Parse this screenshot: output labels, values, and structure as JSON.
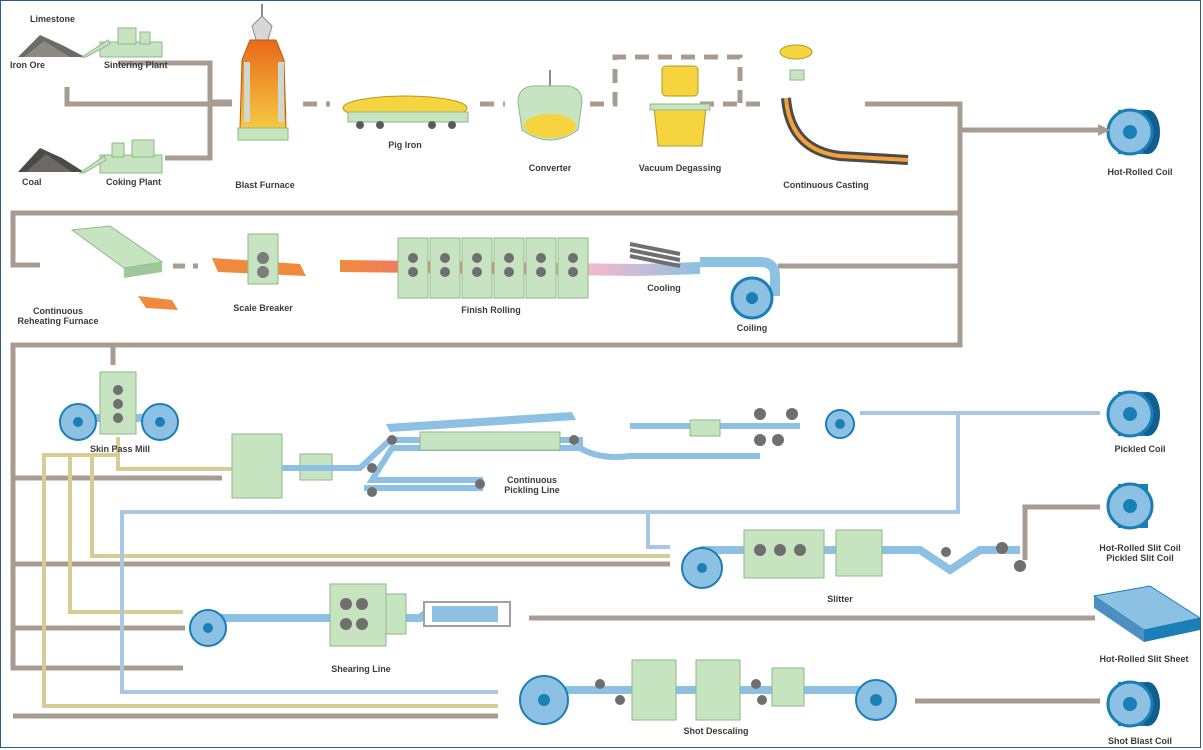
{
  "labels": {
    "limestone": "Limestone",
    "iron_ore": "Iron Ore",
    "sintering_plant": "Sintering Plant",
    "coal": "Coal",
    "coking_plant": "Coking Plant",
    "blast_furnace": "Blast Furnace",
    "pig_iron": "Pig Iron",
    "converter": "Converter",
    "vacuum_degassing": "Vacuum Degassing",
    "continuous_casting": "Continuous Casting",
    "reheating_furnace_1": "Continuous",
    "reheating_furnace_2": "Reheating Furnace",
    "scale_breaker": "Scale Breaker",
    "finish_rolling": "Finish Rolling",
    "cooling": "Cooling",
    "coiling": "Coiling",
    "skin_pass_mill": "Skin Pass Mill",
    "pickling_line_1": "Continuous",
    "pickling_line_2": "Pickling Line",
    "slitter": "Slitter",
    "shearing_line": "Shearing Line",
    "shot_descaling": "Shot Descaling"
  },
  "products": {
    "hot_rolled_coil": "Hot-Rolled Coil",
    "pickled_coil": "Pickled Coil",
    "slit_coil_1": "Hot-Rolled Slit Coil",
    "slit_coil_2": "Pickled Slit Coil",
    "slit_sheet": "Hot-Rolled Slit Sheet",
    "shot_blast_coil": "Shot Blast Coil"
  },
  "colors": {
    "flow_brown": "#a89b90",
    "flow_blue": "#a9c6e4",
    "flow_tan": "#d8cc95",
    "equipment_green": "#c7e4c0",
    "strip_blue": "#8cc1e3",
    "coil_dark": "#1a7fb5",
    "molten_orange": "#f2a23a",
    "slab_orange": "#f08a3c",
    "frame_border": "#2d5c8a"
  }
}
